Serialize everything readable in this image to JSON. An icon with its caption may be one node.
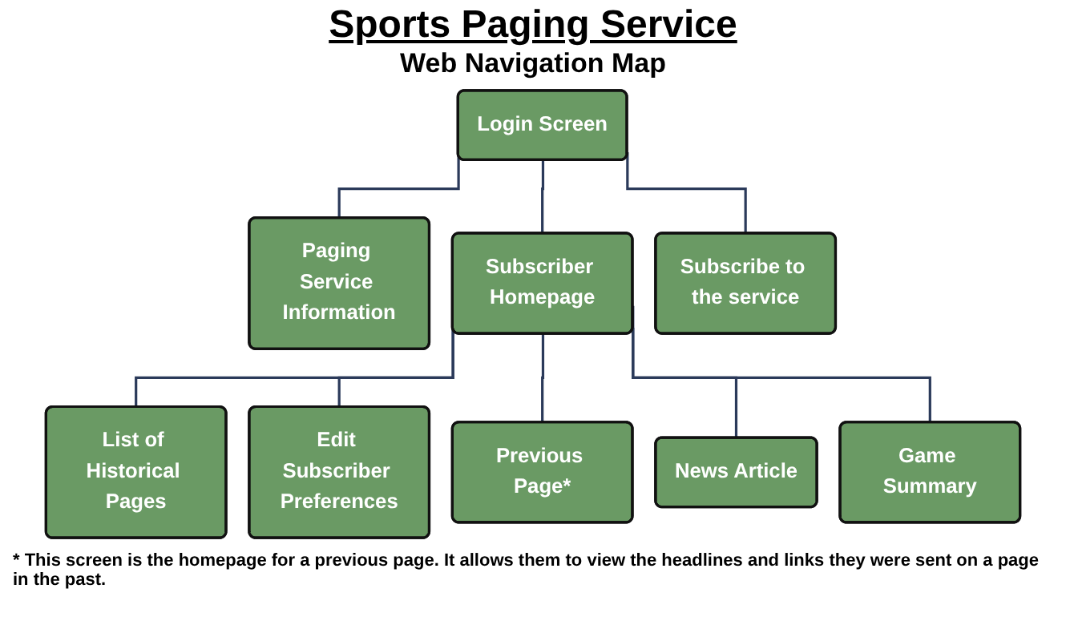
{
  "diagram": {
    "title": "Sports Paging Service",
    "nodes": [
      {
        "text": [
          "Login Screen"
        ]
      },
      {
        "text": [
          "Paging Service Information"
        ]
      },
      {
        "text": [
          "Subscriber Homepage"
        ]
      },
      {
        "text": [
          "Subscribe to the service"
        ]
      },
      {
        "text": [
          "List of Historical Pages"
        ]
      },
      {
        "text": [
          "Edit Subscriber Preferences"
        ]
      },
      {
        "text": [
          "Previous Page*"
        ]
      },
      {
        "text": [
          "News Article"
        ]
      },
      {
        "text": [
          "Game Summary"
        ]
      }
    ],
    "edges": [
      {
        "from": 0,
        "to": 1,
        "arrow": "none"
      },
      {
        "from": 0,
        "to": 2,
        "arrow": "none"
      },
      {
        "from": 0,
        "to": 3,
        "arrow": "none"
      },
      {
        "from": 2,
        "to": 4,
        "arrow": "none"
      },
      {
        "from": 2,
        "to": 5,
        "arrow": "none"
      },
      {
        "from": 2,
        "to": 6,
        "arrow": "none"
      },
      {
        "from": 2,
        "to": 7,
        "arrow": "none"
      },
      {
        "from": 2,
        "to": 8,
        "arrow": "none"
      }
    ],
    "labels": [
      "Web Navigation Map"
    ],
    "caption": "* This screen is the homepage for a previous page. It allows them to view the headlines and links they were sent on a page in the past."
  }
}
